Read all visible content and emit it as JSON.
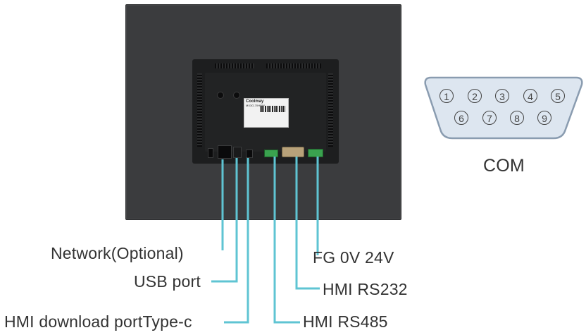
{
  "device": {
    "label_brand": "Coolmay",
    "label_model": "MX3G-70HNW"
  },
  "callouts": {
    "network": "Network(Optional)",
    "usb": "USB port",
    "download": "HMI download portType-c",
    "power": "FG 0V 24V",
    "rs232": "HMI RS232",
    "rs485": "HMI RS485"
  },
  "com": {
    "title": "COM",
    "pins_top": [
      "1",
      "2",
      "3",
      "4",
      "5"
    ],
    "pins_bottom": [
      "6",
      "7",
      "8",
      "9"
    ]
  },
  "colors": {
    "panel": "#3b3c3e",
    "callout_line": "#5fc4d3",
    "connector_fill": "#dde6f0",
    "connector_stroke": "#8a9cb0",
    "text": "#333333"
  }
}
